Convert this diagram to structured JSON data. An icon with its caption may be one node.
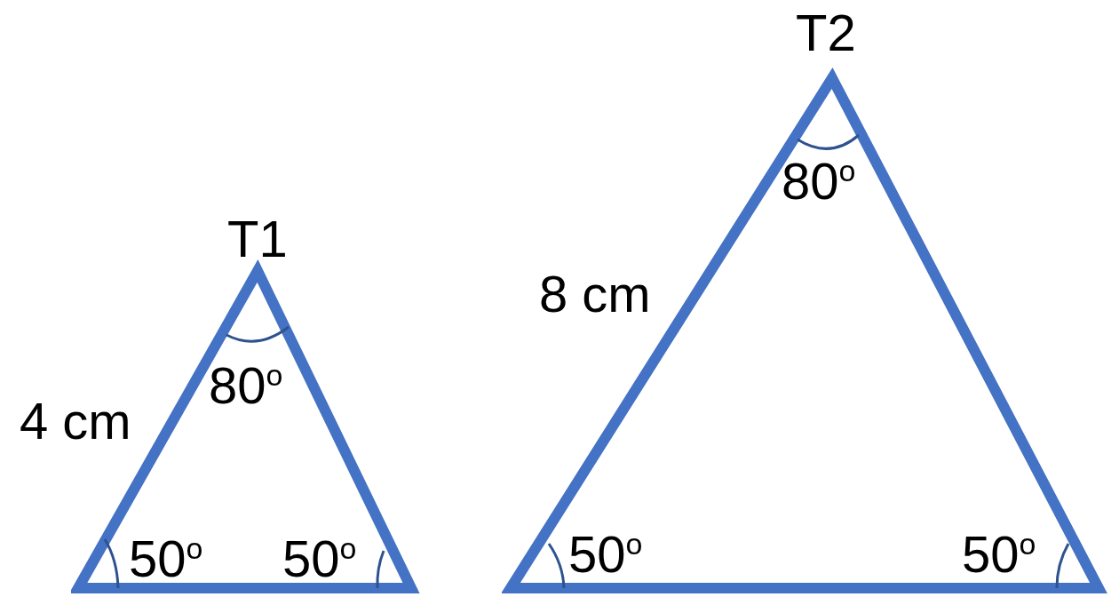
{
  "diagram": {
    "nodes": [
      {
        "text": [
          "T1",
          "80$^{o}$",
          "50$^{o}$",
          "50$^{o}$"
        ],
        "beside": [
          "4 cm"
        ]
      },
      {
        "text": [
          "T2",
          "80$^{o}$",
          "50$^{o}$",
          "50$^{o}$"
        ],
        "beside": [
          "8 cm"
        ]
      }
    ],
    "edges": []
  }
}
